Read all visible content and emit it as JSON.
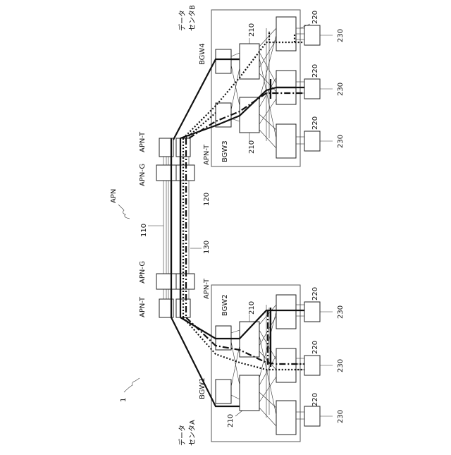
{
  "diagram": {
    "labels": {
      "system": "1",
      "apn": "APN",
      "ref_110": "110",
      "ref_120": "120",
      "ref_130": "130",
      "apn_t": "APN-T",
      "apn_g": "APN-G",
      "bgw1": "BGW1",
      "bgw2": "BGW2",
      "bgw3": "BGW3",
      "bgw4": "BGW4",
      "ref_210": "210",
      "ref_220": "220",
      "ref_230": "230",
      "dc_a_line1": "データ",
      "dc_a_line2": "センタA",
      "dc_b_line1": "データ",
      "dc_b_line2": "センタB"
    }
  }
}
